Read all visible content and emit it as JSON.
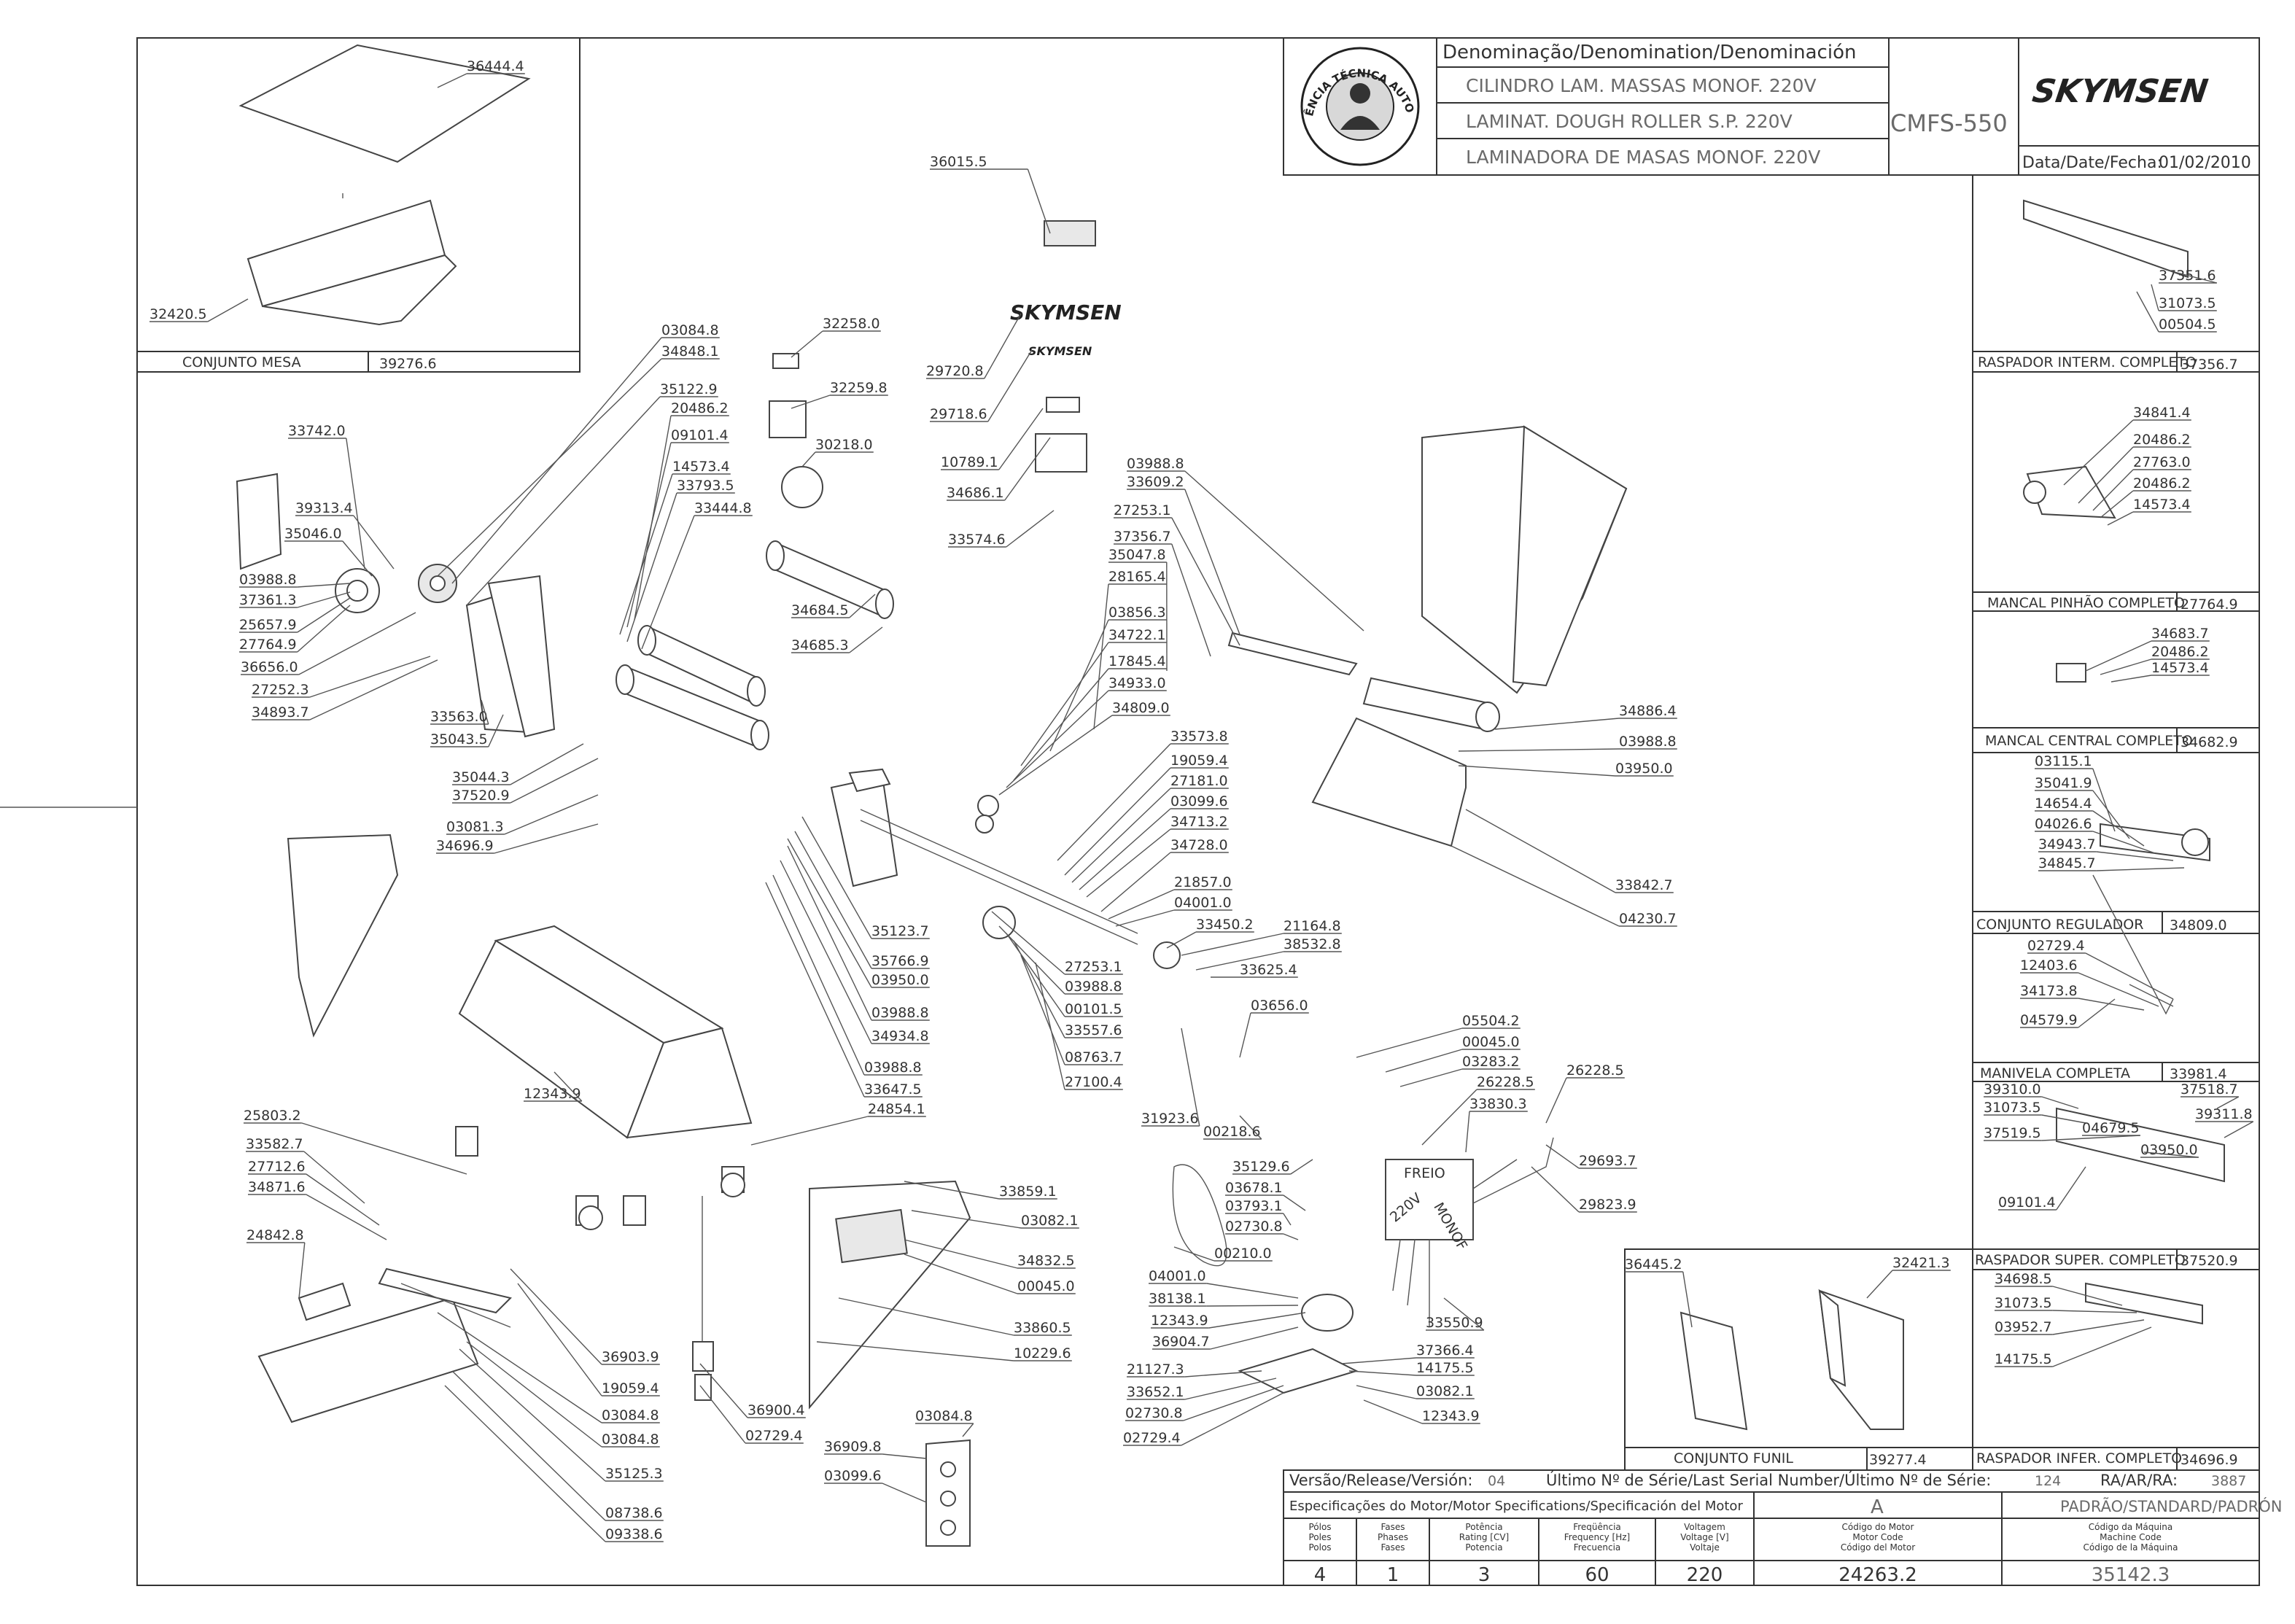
{
  "title_block": {
    "denomination_header": "Denominação/Denomination/Denominación",
    "names": [
      "CILINDRO LAM. MASSAS MONOF. 220V",
      "LAMINAT. DOUGH ROLLER S.P. 220V",
      "LAMINADORA DE MASAS MONOF. 220V"
    ],
    "model": "CMFS-550",
    "brand": "SKYMSEN",
    "date_label": "Data/Date/Fecha:",
    "date": "01/02/2010",
    "seal_text": "ASSISTÊNCIA TÉCNICA AUTORIZADA"
  },
  "bottom_block": {
    "version_label": "Versão/Release/Versión:",
    "version": "04",
    "serial_label": "Último Nº de Série/Last Serial Number/Último Nº de Série:",
    "serial": "124",
    "ra_label": "RA/AR/RA:",
    "ra": "3887",
    "motor_spec_label": "Especificações do Motor/Motor Specifications/Specificación del Motor",
    "motor_letter": "A",
    "standard_label": "PADRÃO/STANDARD/PADRÓN",
    "columns": [
      {
        "head": [
          "Pólos",
          "Poles",
          "Polos"
        ],
        "value": "4"
      },
      {
        "head": [
          "Fases",
          "Phases",
          "Fases"
        ],
        "value": "1"
      },
      {
        "head": [
          "Potência",
          "Rating [CV]",
          "Potencia"
        ],
        "value": "3"
      },
      {
        "head": [
          "Freqüência",
          "Frequency [Hz]",
          "Frecuencia"
        ],
        "value": "60"
      },
      {
        "head": [
          "Voltagem",
          "Voltage [V]",
          "Voltaje"
        ],
        "value": "220"
      },
      {
        "head": [
          "Código do Motor",
          "Motor Code",
          "Código del Motor"
        ],
        "value": "24263.2"
      },
      {
        "head": [
          "Código da Máquina",
          "Machine Code",
          "Código de la Máquina"
        ],
        "value": "35142.3"
      }
    ]
  },
  "subassemblies": [
    {
      "name": "CONJUNTO MESA",
      "code": "39276.6"
    },
    {
      "name": "RASPADOR INTERM. COMPLETO",
      "code": "37356.7"
    },
    {
      "name": "MANCAL PINHÃO COMPLETO",
      "code": "27764.9"
    },
    {
      "name": "MANCAL CENTRAL COMPLETO",
      "code": "34682.9"
    },
    {
      "name": "CONJUNTO REGULADOR",
      "code": "34809.0"
    },
    {
      "name": "MANIVELA COMPLETA",
      "code": "33981.4"
    },
    {
      "name": "RASPADOR SUPER. COMPLETO",
      "code": "37520.9"
    },
    {
      "name": "RASPADOR INFER. COMPLETO",
      "code": "34696.9"
    },
    {
      "name": "CONJUNTO FUNIL",
      "code": "39277.4"
    }
  ],
  "motor_labels": {
    "freio": "FREIO",
    "voltage": "220V",
    "monof": "MONOF"
  },
  "parts": [
    "36444.4",
    "32420.5",
    "36015.5",
    "32258.0",
    "32259.8",
    "30218.0",
    "29720.8",
    "29718.6",
    "10789.1",
    "34686.1",
    "33574.6",
    "03084.8",
    "34848.1",
    "35122.9",
    "20486.2",
    "09101.4",
    "14573.4",
    "33793.5",
    "33444.8",
    "33742.0",
    "39313.4",
    "35046.0",
    "03988.8",
    "37361.3",
    "25657.9",
    "27764.9",
    "36656.0",
    "27252.3",
    "34893.7",
    "34684.5",
    "34685.3",
    "33563.0",
    "35043.5",
    "35044.3",
    "37520.9",
    "03081.3",
    "34696.9",
    "03988.8",
    "33609.2",
    "27253.1",
    "37356.7",
    "35047.8",
    "28165.4",
    "03856.3",
    "34722.1",
    "17845.4",
    "34933.0",
    "34809.0",
    "33573.8",
    "19059.4",
    "27181.0",
    "03099.6",
    "34713.2",
    "34728.0",
    "21857.0",
    "04001.0",
    "33450.2",
    "21164.8",
    "38532.8",
    "33625.4",
    "03656.0",
    "35123.7",
    "35766.9",
    "03950.0",
    "03988.8",
    "34934.8",
    "03988.8",
    "33647.5",
    "24854.1",
    "27253.1",
    "03988.8",
    "00101.5",
    "33557.6",
    "08763.7",
    "27100.4",
    "31923.6",
    "00218.6",
    "34886.4",
    "03988.8",
    "03950.0",
    "33842.7",
    "04230.7",
    "12343.9",
    "25803.2",
    "33582.7",
    "27712.6",
    "34871.6",
    "24842.8",
    "36903.9",
    "19059.4",
    "03084.8",
    "03084.8",
    "35125.3",
    "08738.6",
    "09338.6",
    "36900.4",
    "02729.4",
    "36909.8",
    "03099.6",
    "03084.8",
    "33859.1",
    "03082.1",
    "34832.5",
    "00045.0",
    "33860.5",
    "10229.6",
    "05504.2",
    "00045.0",
    "03283.2",
    "26228.5",
    "33830.3",
    "26228.5",
    "29693.7",
    "29823.9",
    "35129.6",
    "03678.1",
    "03793.1",
    "02730.8",
    "00210.0",
    "04001.0",
    "38138.1",
    "12343.9",
    "36904.7",
    "21127.3",
    "33652.1",
    "02730.8",
    "02729.4",
    "37366.4",
    "14175.5",
    "03082.1",
    "12343.9",
    "33550.9",
    "37351.6",
    "31073.5",
    "00504.5",
    "34841.4",
    "20486.2",
    "27763.0",
    "20486.2",
    "14573.4",
    "34683.7",
    "20486.2",
    "14573.4",
    "03115.1",
    "35041.9",
    "14654.4",
    "04026.6",
    "34943.7",
    "34845.7",
    "02729.4",
    "12403.6",
    "34173.8",
    "04579.9",
    "39310.0",
    "37518.7",
    "31073.5",
    "39311.8",
    "37519.5",
    "09101.4",
    "34698.5",
    "31073.5",
    "03952.7",
    "14175.5",
    "36445.2",
    "32421.3",
    "04679.5",
    "03950.0"
  ]
}
